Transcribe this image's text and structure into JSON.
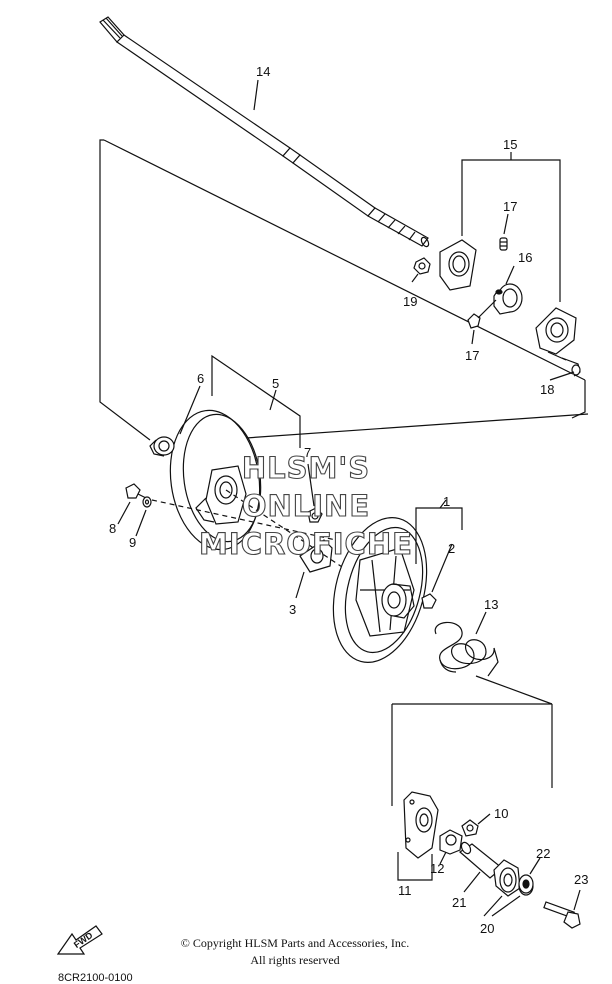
{
  "labels": {
    "p1": "1",
    "p2": "2",
    "p3": "3",
    "p5": "5",
    "p6": "6",
    "p7": "7",
    "p8": "8",
    "p9": "9",
    "p10": "10",
    "p11": "11",
    "p12": "12",
    "p13": "13",
    "p14": "14",
    "p15": "15",
    "p16": "16",
    "p17a": "17",
    "p17b": "17",
    "p18": "18",
    "p19": "19",
    "p20": "20",
    "p21": "21",
    "p22": "22",
    "p23": "23"
  },
  "watermark": {
    "line1": "HLSM'S",
    "line2": "ONLINE",
    "line3": "MICROFICHE"
  },
  "fwd_label": "FWD",
  "copyright": {
    "line1": "© Copyright HLSM Parts and Accessories, Inc.",
    "line2": "All rights reserved"
  },
  "figure_code": "8CR2100-0100"
}
